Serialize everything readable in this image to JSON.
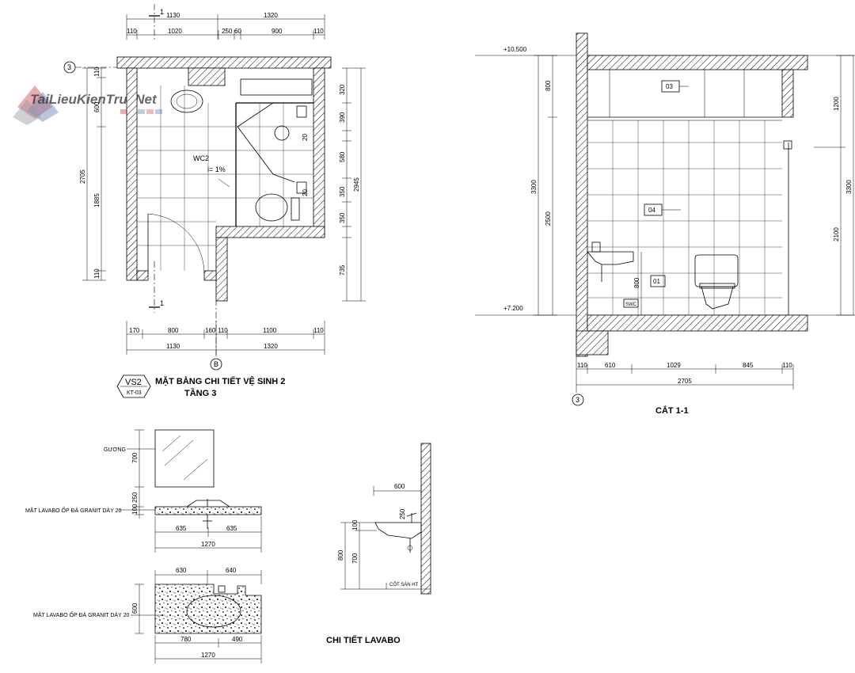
{
  "watermark": {
    "text": "TaiLieuKienTrucNet",
    "colors": [
      "#c8323c",
      "#3c64a0",
      "#78828c"
    ]
  },
  "plan": {
    "grid_axis_3": "3",
    "grid_axis_b": "B",
    "section_mark": "1",
    "room_label": "WC2",
    "slope_label": "i= 1%",
    "top_dims_row1": [
      "1130",
      "1320"
    ],
    "top_dims_row2": [
      "110",
      "1020",
      "250",
      "60",
      "900",
      "110"
    ],
    "bottom_dims_row1": [
      "170",
      "800",
      "160",
      "110",
      "1100",
      "110"
    ],
    "bottom_dims_row2": [
      "1130",
      "1320"
    ],
    "left_dims_outer": [
      "2705"
    ],
    "left_dims_inner": [
      "110",
      "600",
      "1885",
      "110"
    ],
    "right_dims_inner": [
      "320",
      "390",
      "20",
      "580",
      "20",
      "350",
      "350",
      "735"
    ],
    "right_dims_outer": [
      "2945"
    ],
    "title_tag_top": "VS2",
    "title_tag_bottom": "KT-03",
    "title_line1": "MẶT BẰNG CHI TIẾT VỆ SINH 2",
    "title_line2": "TẦNG 3"
  },
  "section": {
    "level_top": "+10.500",
    "level_bottom": "+7.200",
    "tag_03": "03",
    "tag_04": "04",
    "tag_01": "01",
    "floor_tag": "SWC",
    "left_dims": [
      "800",
      "2500",
      "3300"
    ],
    "left_small_dim": "800",
    "right_dims": [
      "1200",
      "2100",
      "3300"
    ],
    "bottom_dims_row1": [
      "110",
      "610",
      "1029",
      "845",
      "110"
    ],
    "bottom_dims_row2": [
      "2705"
    ],
    "grid_axis": "3",
    "title": "CẮT 1-1"
  },
  "lavabo_front": {
    "mirror_label": "GƯƠNG",
    "mirror_height": "700",
    "gap_dim": "250",
    "top_dim": "100",
    "counter_label": "MẶT LAVABO ỐP ĐÁ GRANIT DÀY 20",
    "half_dims": [
      "635",
      "635"
    ],
    "total_dim": "1270"
  },
  "lavabo_plan": {
    "top_dims": [
      "630",
      "640"
    ],
    "side_dim": "600",
    "counter_label": "MẶT LAVABO ỐP ĐÁ GRANIT DÀY 20",
    "bottom_dims": [
      "780",
      "490"
    ],
    "total_dim": "1270"
  },
  "lavabo_side": {
    "depth_dim": "600",
    "height_dim": "250",
    "top_dim": "100",
    "height_outer": "800",
    "height_inner": "700",
    "floor_label": "CỐT SÀN HT"
  },
  "detail_title": "CHI TIẾT LAVABO"
}
